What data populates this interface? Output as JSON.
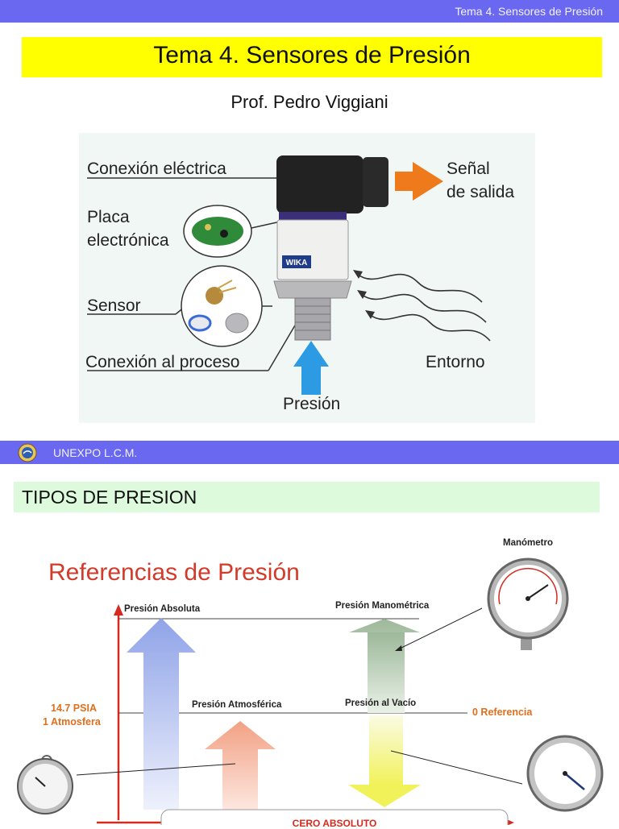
{
  "header": {
    "course_title": "Tema 4. Sensores de Presión"
  },
  "slide1": {
    "title": "Tema 4. Sensores de Presión",
    "author": "Prof. Pedro Viggiani",
    "diagram": {
      "labels": {
        "electrical_connection": "Conexión eléctrica",
        "electronic_board": "Placa\nelectrónica",
        "sensor": "Sensor",
        "process_connection": "Conexión al proceso",
        "output_signal": "Señal\nde salida",
        "environment": "Entorno",
        "pressure": "Presión"
      },
      "brand": "WIKA"
    }
  },
  "footer": {
    "institution": "UNEXPO L.C.M."
  },
  "slide2": {
    "section_title": "TIPOS DE PRESION",
    "figure": {
      "title": "Referencias de Presión",
      "gauge_label": "Manómetro",
      "absolute": "Presión Absoluta",
      "gauge_pressure": "Presión Manométrica",
      "atmospheric": "Presión Atmosférica",
      "vacuum": "Presión al Vacío",
      "psia_line1": "14.7 PSIA",
      "psia_line2": "1 Atmosfera",
      "zero_reference": "0 Referencia",
      "absolute_zero": "CERO ABSOLUTO"
    }
  },
  "colors": {
    "bar": "#6a67f0",
    "title_yellow": "#ffff00",
    "section_green": "#ddfadc",
    "arrow_orange": "#ee7a1c",
    "arrow_blue": "#2c9be4",
    "red_axis": "#d42a1f"
  }
}
